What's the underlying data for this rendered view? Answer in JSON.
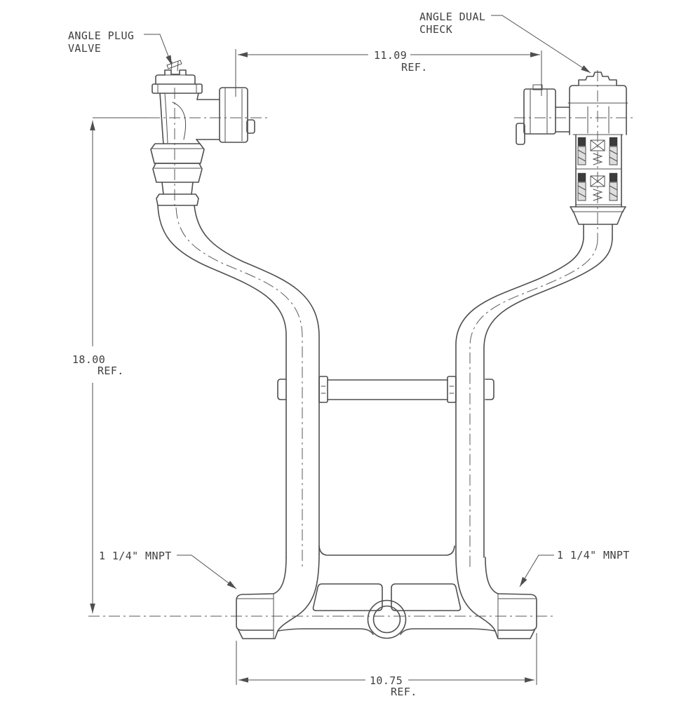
{
  "drawing": {
    "title_hint": "meter setter piping assembly drawing",
    "colors": {
      "line": "#4f4f4f",
      "text": "#404040",
      "background": "#ffffff"
    },
    "labels": {
      "angle_plug_valve": {
        "line1": "ANGLE PLUG",
        "line2": "VALVE"
      },
      "angle_dual_check": {
        "line1": "ANGLE DUAL",
        "line2": "CHECK"
      },
      "mnpt_left": "1 1/4\" MNPT",
      "mnpt_right": "1 1/4\" MNPT"
    },
    "dimensions": {
      "top_width": {
        "value": "11.09",
        "ref": "REF."
      },
      "overall_height": {
        "value": "18.00",
        "ref": "REF."
      },
      "bottom_width": {
        "value": "10.75",
        "ref": "REF."
      }
    }
  }
}
